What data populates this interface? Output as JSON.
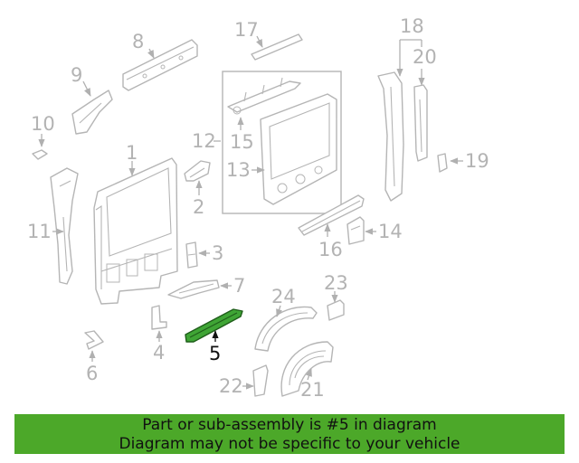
{
  "diagram": {
    "callouts": {
      "c1": "1",
      "c2": "2",
      "c3": "3",
      "c4": "4",
      "c5": "5",
      "c6": "6",
      "c7": "7",
      "c8": "8",
      "c9": "9",
      "c10": "10",
      "c11": "11",
      "c12": "12",
      "c13": "13",
      "c14": "14",
      "c15": "15",
      "c16": "16",
      "c17": "17",
      "c18": "18",
      "c19": "19",
      "c20": "20",
      "c21": "21",
      "c22": "22",
      "c23": "23",
      "c24": "24"
    },
    "highlighted_part": "5",
    "colors": {
      "highlight_fill": "#3fa535",
      "line_gray": "#b5b5b5",
      "banner": "#4ca829"
    }
  },
  "banner": {
    "line1": "Part or sub-assembly is #5 in diagram",
    "line2": "Diagram may not be specific to your vehicle"
  }
}
